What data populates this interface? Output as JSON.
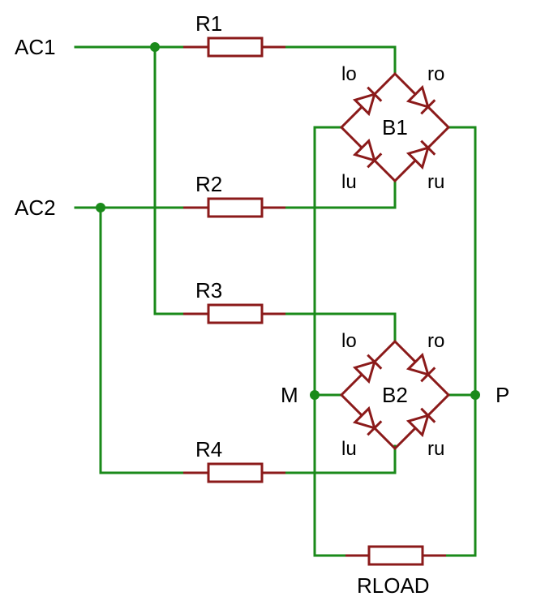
{
  "terminals": {
    "ac1": "AC1",
    "ac2": "AC2"
  },
  "resistors": {
    "r1": "R1",
    "r2": "R2",
    "r3": "R3",
    "r4": "R4",
    "rload": "RLOAD"
  },
  "bridges": [
    {
      "name": "B1",
      "diodes": {
        "lo": "lo",
        "ro": "ro",
        "lu": "lu",
        "ru": "ru"
      }
    },
    {
      "name": "B2",
      "diodes": {
        "lo": "lo",
        "ro": "ro",
        "lu": "lu",
        "ru": "ru"
      }
    }
  ],
  "nodes": {
    "m": "M",
    "p": "P"
  },
  "colors": {
    "wire": "#1a8a1a",
    "component": "#8b1a1a",
    "text": "#000000"
  }
}
